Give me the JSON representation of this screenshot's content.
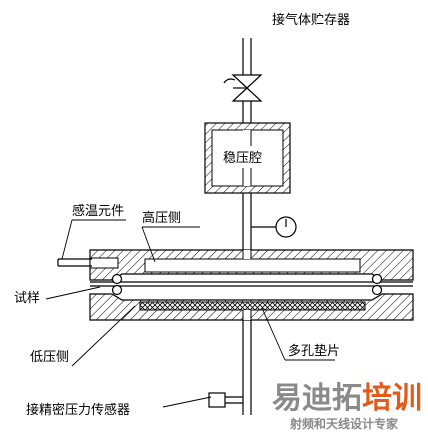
{
  "labels": {
    "gas_reservoir": "接气体贮存器",
    "pressure_chamber": "稳压腔",
    "temp_sensor": "感温元件",
    "high_pressure_side": "高压侧",
    "specimen": "试样",
    "low_pressure_side": "低压侧",
    "porous_pad": "多孔垫片",
    "pressure_sensor": "接精密压力传感器"
  },
  "watermark": {
    "main_a": "易迪拓",
    "main_b": "培训",
    "sub": "射频和天线设计专家",
    "color_a": "#8a8a8a",
    "color_b": "#e35a1a"
  }
}
